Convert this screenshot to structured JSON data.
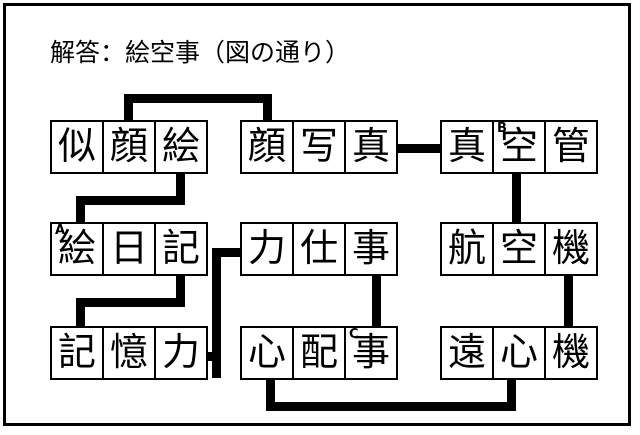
{
  "page": {
    "title_text": "解答：絵空事（図の通り）",
    "background_color": "#ffffff",
    "ink_color": "#000000",
    "border_color": "#000000"
  },
  "words": [
    {
      "id": "nigaoe",
      "cells": [
        {
          "char": "似",
          "tag": ""
        },
        {
          "char": "顔",
          "tag": ""
        },
        {
          "char": "絵",
          "tag": ""
        }
      ]
    },
    {
      "id": "kaojashin",
      "cells": [
        {
          "char": "顔",
          "tag": ""
        },
        {
          "char": "写",
          "tag": ""
        },
        {
          "char": "真",
          "tag": ""
        }
      ]
    },
    {
      "id": "shinkukan",
      "cells": [
        {
          "char": "真",
          "tag": ""
        },
        {
          "char": "空",
          "tag": "B"
        },
        {
          "char": "管",
          "tag": ""
        }
      ]
    },
    {
      "id": "enikki",
      "cells": [
        {
          "char": "絵",
          "tag": "A"
        },
        {
          "char": "日",
          "tag": ""
        },
        {
          "char": "記",
          "tag": ""
        }
      ]
    },
    {
      "id": "chikarashigoto",
      "cells": [
        {
          "char": "力",
          "tag": ""
        },
        {
          "char": "仕",
          "tag": ""
        },
        {
          "char": "事",
          "tag": ""
        }
      ]
    },
    {
      "id": "kokukuki",
      "cells": [
        {
          "char": "航",
          "tag": ""
        },
        {
          "char": "空",
          "tag": ""
        },
        {
          "char": "機",
          "tag": ""
        }
      ]
    },
    {
      "id": "kiokuryoku",
      "cells": [
        {
          "char": "記",
          "tag": ""
        },
        {
          "char": "憶",
          "tag": ""
        },
        {
          "char": "力",
          "tag": ""
        }
      ]
    },
    {
      "id": "shinpaigoto",
      "cells": [
        {
          "char": "心",
          "tag": ""
        },
        {
          "char": "配",
          "tag": ""
        },
        {
          "char": "事",
          "tag": "C"
        }
      ]
    },
    {
      "id": "enshinki",
      "cells": [
        {
          "char": "遠",
          "tag": ""
        },
        {
          "char": "心",
          "tag": ""
        },
        {
          "char": "機",
          "tag": ""
        }
      ]
    }
  ]
}
